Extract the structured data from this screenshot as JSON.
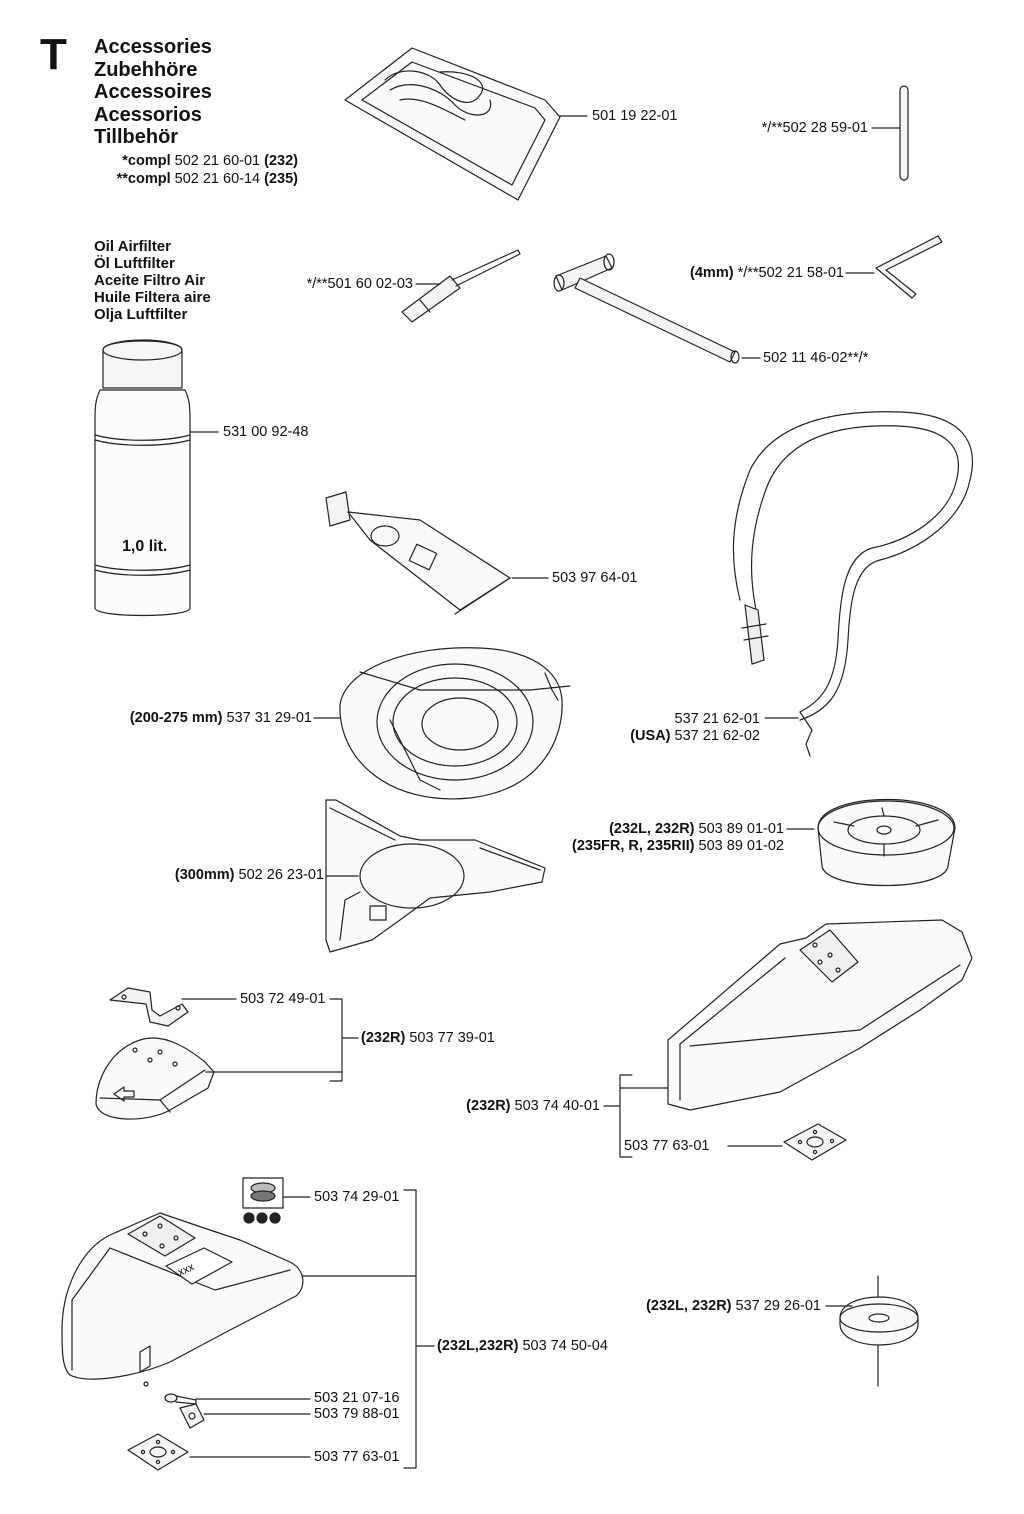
{
  "section": {
    "letter": "T",
    "titles": [
      "Accessories",
      "Zubehhöre",
      "Accessoires",
      "Acessorios",
      "Tillbehör"
    ],
    "compl": [
      {
        "prefix": "*compl",
        "number": "502 21 60-01",
        "model": "(232)"
      },
      {
        "prefix": "**compl",
        "number": "502 21 60-14",
        "model": "(235)"
      }
    ]
  },
  "oil_titles": [
    "Oil Airfilter",
    "Öl Luftfilter",
    "Aceite Filtro Air",
    "Huile Filtera aire",
    "Olja Luftfilter"
  ],
  "bottle_label": "1,0 lit.",
  "parts": {
    "bag": {
      "number": "501 19 22-01"
    },
    "pin": {
      "number": "*/**502 28 59-01"
    },
    "screwdriver": {
      "number": "*/**501 60 02-03"
    },
    "allen_key": {
      "size": "(4mm)",
      "number": "*/**502 21 58-01"
    },
    "socket_wrench": {
      "number": "502 11 46-02**/*"
    },
    "oil_bottle": {
      "number": "531 00 92-48"
    },
    "grease_tube": {
      "number": "503 97 64-01"
    },
    "line_guard": {
      "size": "(200-275 mm)",
      "number": "537 31 29-01"
    },
    "harness": [
      {
        "model": "",
        "number": "537 21 62-01"
      },
      {
        "model": "(USA)",
        "number": "537 21 62-02"
      }
    ],
    "support_cup": [
      {
        "model": "(232L, 232R)",
        "number": "503 89 01-01"
      },
      {
        "model": "(235FR, R, 235RII)",
        "number": "503 89 01-02"
      }
    ],
    "blade_guard_300": {
      "size": "(300mm)",
      "number": "502 26 23-01"
    },
    "bracket": {
      "number": "503 72 49-01"
    },
    "guard_kit_232r": {
      "model": "(232R)",
      "number": "503 77 39-01"
    },
    "blade_guard_232r": {
      "model": "(232R)",
      "number": "503 74 40-01"
    },
    "plate_right": {
      "number": "503 77 63-01"
    },
    "trimmer_head_kit": {
      "number": "503 74 29-01"
    },
    "big_guard_kit": {
      "model": "(232L,232R)",
      "number": "503 74 50-04"
    },
    "screw": {
      "number": "503 21 07-16"
    },
    "clamp": {
      "number": "503 79 88-01"
    },
    "plate_bottom": {
      "number": "503 77 63-01"
    },
    "washer": {
      "model": "(232L, 232R)",
      "number": "537 29 26-01"
    }
  },
  "decal_text": "xxx"
}
